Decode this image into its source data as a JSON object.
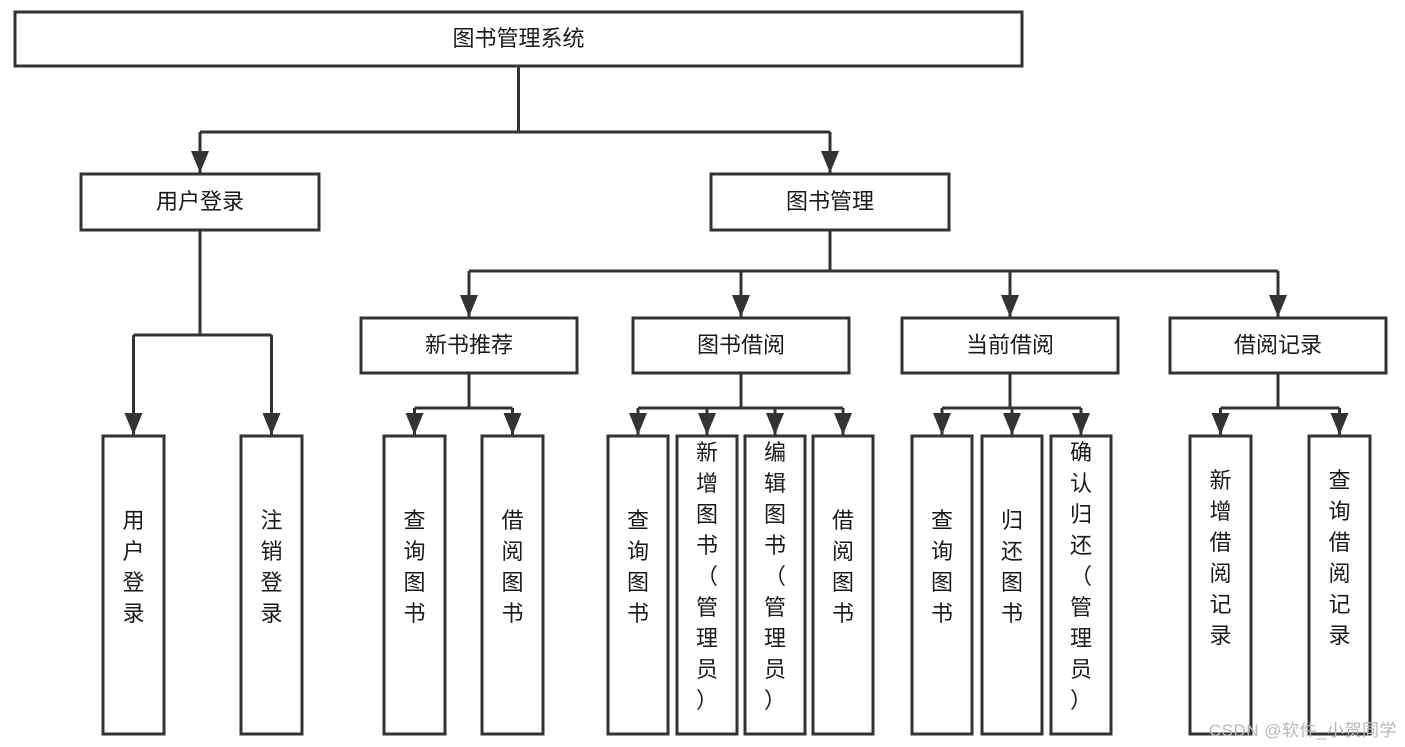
{
  "diagram": {
    "type": "tree",
    "title": "图书管理系统",
    "watermark": "CSDN @软件_小贺同学",
    "orientation": "top-down",
    "colors": {
      "box_stroke": "#333333",
      "box_fill": "#ffffff",
      "text": "#1a1a1a",
      "watermark": "#b9b9b9",
      "background": "#ffffff"
    },
    "root": {
      "id": "root",
      "label": "图书管理系统",
      "level": 0,
      "orientation": "horizontal"
    },
    "level1": [
      {
        "id": "user-login",
        "label": "用户登录",
        "orientation": "horizontal"
      },
      {
        "id": "book-manage",
        "label": "图书管理",
        "orientation": "horizontal"
      }
    ],
    "level2": [
      {
        "id": "new-book-recommend",
        "label": "新书推荐",
        "parent": "book-manage",
        "orientation": "horizontal"
      },
      {
        "id": "book-borrow",
        "label": "图书借阅",
        "parent": "book-manage",
        "orientation": "horizontal"
      },
      {
        "id": "current-borrow",
        "label": "当前借阅",
        "parent": "book-manage",
        "orientation": "horizontal"
      },
      {
        "id": "borrow-record",
        "label": "借阅记录",
        "parent": "book-manage",
        "orientation": "horizontal"
      }
    ],
    "leaves": [
      {
        "id": "leaf-user-login",
        "label": "用户登录",
        "parent": "user-login",
        "orientation": "vertical"
      },
      {
        "id": "leaf-user-logout",
        "label": "注销登录",
        "parent": "user-login",
        "orientation": "vertical"
      },
      {
        "id": "leaf-query-book-1",
        "label": "查询图书",
        "parent": "new-book-recommend",
        "orientation": "vertical"
      },
      {
        "id": "leaf-borrow-book-1",
        "label": "借阅图书",
        "parent": "new-book-recommend",
        "orientation": "vertical"
      },
      {
        "id": "leaf-query-book-2",
        "label": "查询图书",
        "parent": "book-borrow",
        "orientation": "vertical"
      },
      {
        "id": "leaf-add-book",
        "label": "新增图书（管理员）",
        "parent": "book-borrow",
        "orientation": "vertical"
      },
      {
        "id": "leaf-edit-book",
        "label": "编辑图书（管理员）",
        "parent": "book-borrow",
        "orientation": "vertical"
      },
      {
        "id": "leaf-borrow-book-2",
        "label": "借阅图书",
        "parent": "book-borrow",
        "orientation": "vertical"
      },
      {
        "id": "leaf-query-book-3",
        "label": "查询图书",
        "parent": "current-borrow",
        "orientation": "vertical"
      },
      {
        "id": "leaf-return-book",
        "label": "归还图书",
        "parent": "current-borrow",
        "orientation": "vertical"
      },
      {
        "id": "leaf-confirm-return",
        "label": "确认归还（管理员）",
        "parent": "current-borrow",
        "orientation": "vertical"
      },
      {
        "id": "leaf-add-record",
        "label": "新增借阅记录",
        "parent": "borrow-record",
        "orientation": "vertical"
      },
      {
        "id": "leaf-query-record",
        "label": "查询借阅记录",
        "parent": "borrow-record",
        "orientation": "vertical"
      }
    ]
  }
}
